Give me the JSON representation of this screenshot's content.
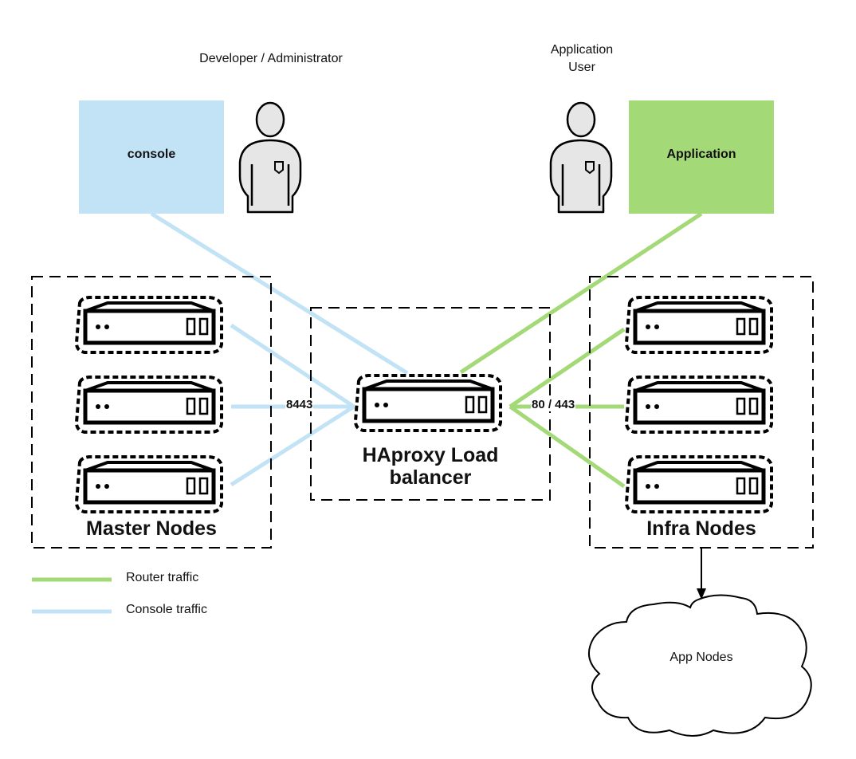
{
  "actors": {
    "developer": {
      "label": "Developer / Administrator"
    },
    "app_user": {
      "label_line1": "Application",
      "label_line2": "User"
    }
  },
  "boxes": {
    "console": {
      "label": "console",
      "color": "#c2e3f5"
    },
    "application": {
      "label": "Application",
      "color": "#a3d977"
    }
  },
  "groups": {
    "master": {
      "label": "Master Nodes",
      "server_count": 3
    },
    "loadbalancer": {
      "label_line1": "HAproxy Load",
      "label_line2": "balancer"
    },
    "infra": {
      "label": "Infra Nodes",
      "server_count": 3
    }
  },
  "ports": {
    "console_port": "8443",
    "router_port": "80 / 443"
  },
  "cloud": {
    "label": "App Nodes"
  },
  "legend": [
    {
      "label": "Router traffic",
      "color": "#a3d977"
    },
    {
      "label": "Console traffic",
      "color": "#c2e3f5"
    }
  ],
  "colors": {
    "router": "#a3d977",
    "console": "#c2e3f5",
    "person_fill": "#e6e6e6",
    "stroke": "#000000"
  }
}
